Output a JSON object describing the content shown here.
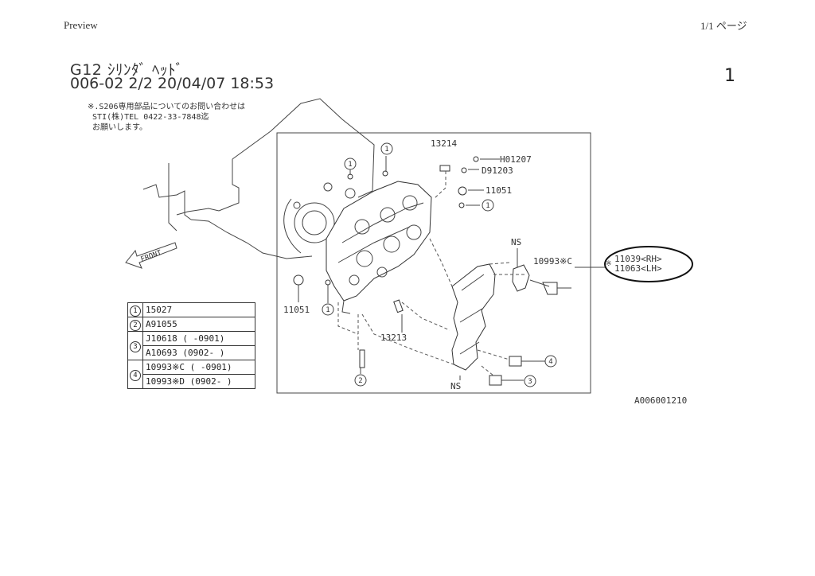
{
  "header": {
    "preview_label": "Preview",
    "page_count": "1/1 ページ",
    "title": "G12 ｼﾘﾝﾀﾞ ﾍｯﾄﾞ",
    "subtitle": "006-02  2/2  20/04/07 18:53",
    "page_number": "1"
  },
  "note": {
    "line1": "※.S206専用部品についてのお問い合わせは",
    "line2": "STI(株)TEL 0422-33-7848迄",
    "line3": "お願いします。"
  },
  "diagram": {
    "front_label": "FRONT",
    "callouts": {
      "c13214": "13214",
      "cH01207": "H01207",
      "cD91203": "D91203",
      "c11051_top": "11051",
      "c11051_left": "11051",
      "c13213": "13213",
      "cNS_top": "NS",
      "cNS_bottom": "NS",
      "c10993C": "10993※C",
      "c11039": "11039<RH>",
      "c11063": "11063<LH>",
      "mark": "※"
    },
    "circled": {
      "one": "1",
      "two": "2",
      "three": "3",
      "four": "4"
    },
    "diagram_id": "A006001210"
  },
  "legend": {
    "rows": [
      {
        "key": "1",
        "value": "15027"
      },
      {
        "key": "2",
        "value": "A91055"
      },
      {
        "key": "3",
        "values": [
          "J10618  ( -0901)",
          "A10693  (0902- )"
        ]
      },
      {
        "key": "4",
        "values": [
          "10993※C ( -0901)",
          "10993※D (0902- )"
        ]
      }
    ]
  },
  "colors": {
    "ink": "#333333",
    "paper": "#ffffff"
  }
}
